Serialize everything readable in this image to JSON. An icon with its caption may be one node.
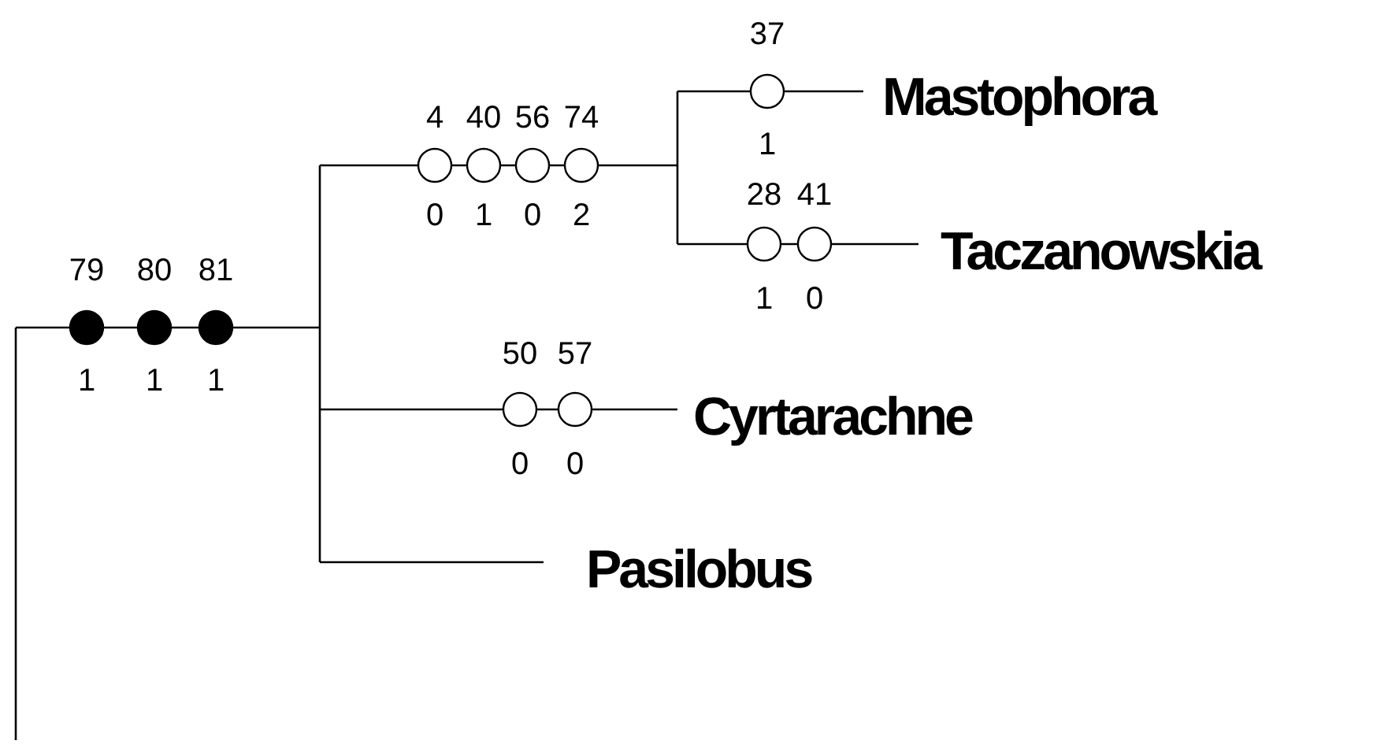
{
  "diagram": {
    "labels": [
      "37",
      "Mastophora",
      "1",
      "4",
      "40",
      "56",
      "74",
      "28",
      "41",
      "Taczanowskia",
      "0",
      "1",
      "0",
      "2",
      "79",
      "80",
      "81",
      "1",
      "0",
      "1",
      "1",
      "1",
      "50",
      "57",
      "Cyrtarachne",
      "0",
      "0",
      "Pasilobus"
    ]
  }
}
